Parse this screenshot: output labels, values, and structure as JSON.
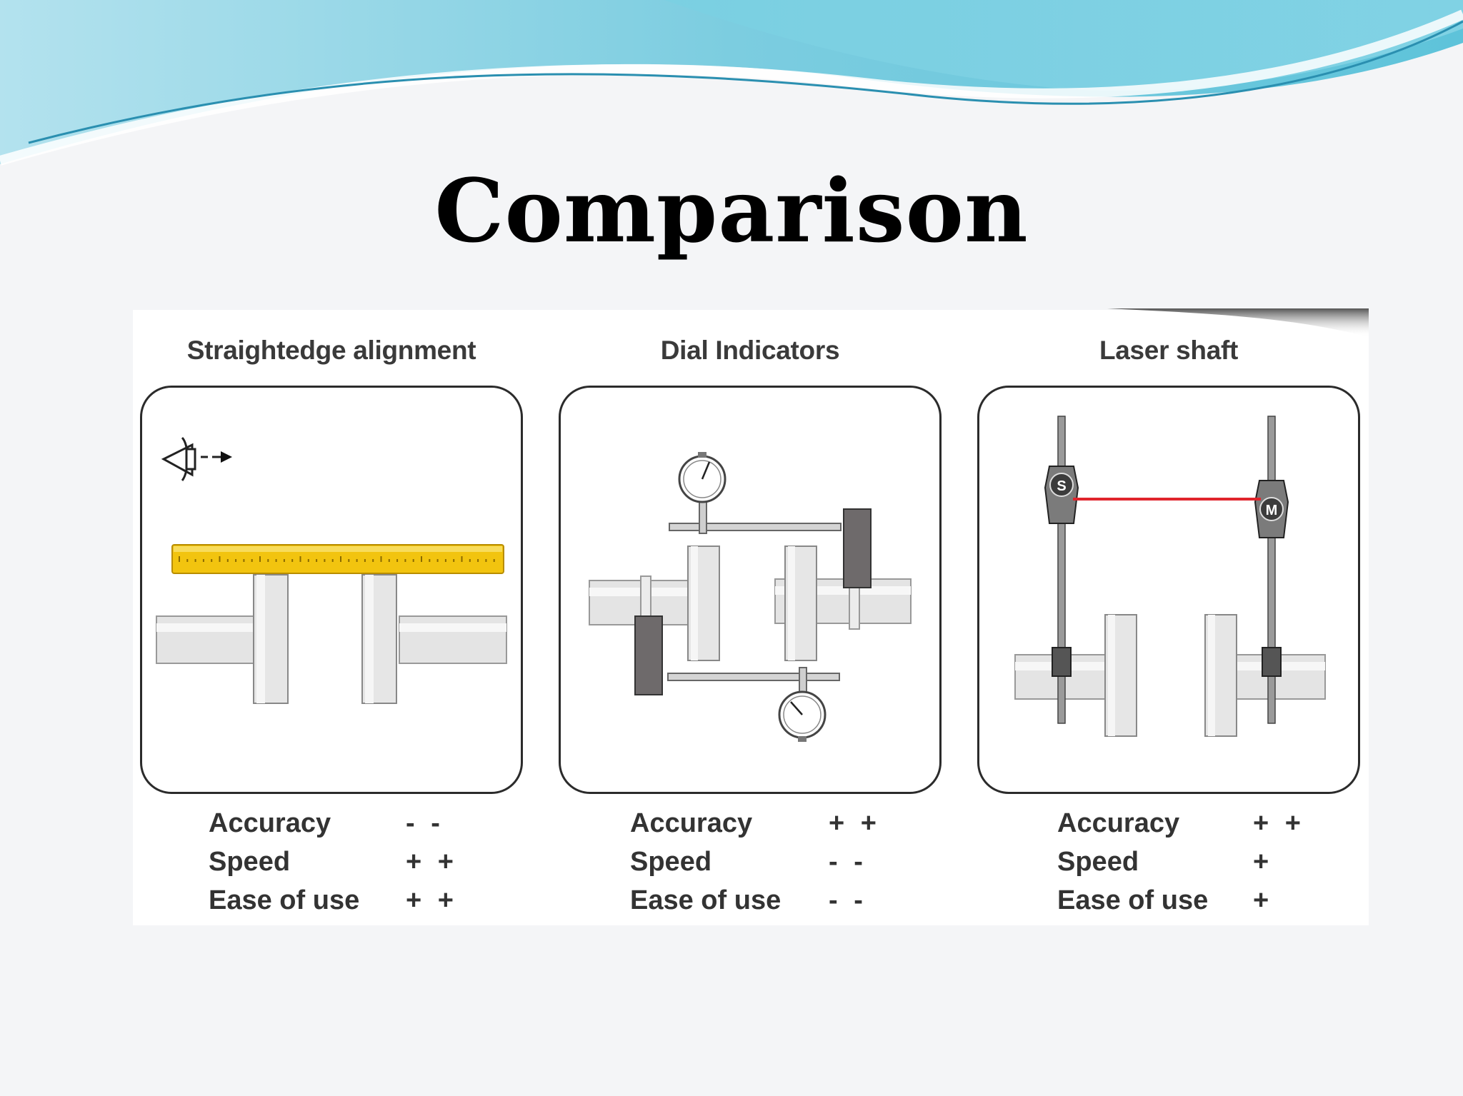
{
  "slide": {
    "title": "Comparison"
  },
  "colors": {
    "banner_light": "#a6dbe9",
    "banner_mid": "#6cc8dc",
    "banner_dark": "#2a8fb0",
    "ruler_yellow": "#f2c40f",
    "laser_red": "#e0242c",
    "steel_gray": "#d9d9d9",
    "block_dark": "#6e6a6b"
  },
  "panels": [
    {
      "title": "Straightedge alignment",
      "metrics": [
        {
          "label": "Accuracy",
          "rating": "- -"
        },
        {
          "label": "Speed",
          "rating": "+ +"
        },
        {
          "label": "Ease of use",
          "rating": "+ +"
        }
      ],
      "icons": [
        "eye-icon",
        "arrow-right-icon",
        "ruler-icon",
        "shaft-icon",
        "coupling-icon"
      ]
    },
    {
      "title": "Dial Indicators",
      "metrics": [
        {
          "label": "Accuracy",
          "rating": "+ +"
        },
        {
          "label": "Speed",
          "rating": "- -"
        },
        {
          "label": "Ease of use",
          "rating": "- -"
        }
      ],
      "icons": [
        "dial-gauge-icon",
        "bracket-icon",
        "shaft-icon",
        "coupling-icon"
      ]
    },
    {
      "title": "Laser shaft",
      "metrics": [
        {
          "label": "Accuracy",
          "rating": "+ +"
        },
        {
          "label": "Speed",
          "rating": "+"
        },
        {
          "label": "Ease of use",
          "rating": "+"
        }
      ],
      "sensor_labels": [
        "S",
        "M"
      ],
      "icons": [
        "laser-sensor-icon",
        "laser-beam-icon",
        "shaft-icon",
        "coupling-icon"
      ]
    }
  ]
}
